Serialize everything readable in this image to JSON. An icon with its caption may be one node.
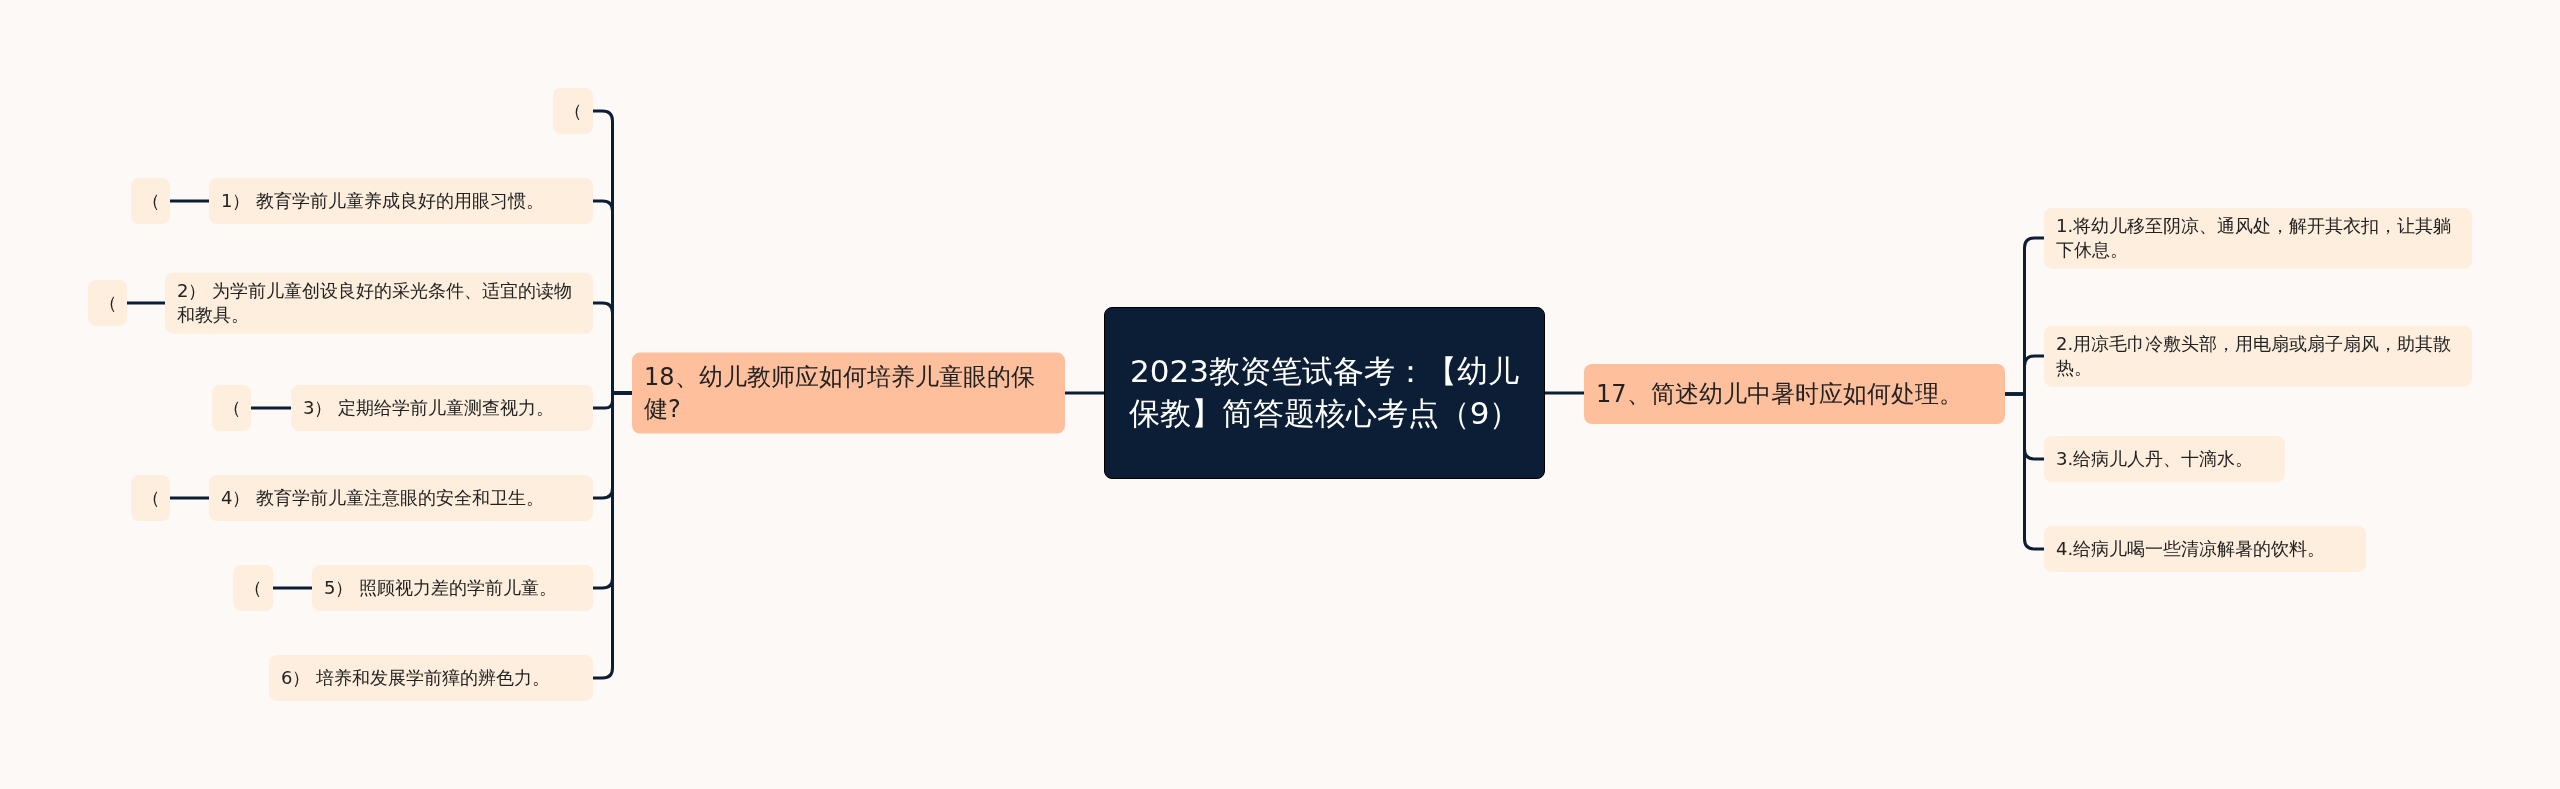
{
  "diagram": {
    "nodes": [
      {
        "text": [
          "2023教资笔试备考：【幼儿保教】简答题核心考点（9）"
        ]
      },
      {
        "text": [
          "18、幼儿教师应如何培养儿童眼的保健?"
        ]
      },
      {
        "text": [
          "（"
        ]
      },
      {
        "text": [
          "1） 教育学前儿童养成良好的用眼习惯。"
        ]
      },
      {
        "text": [
          "（"
        ]
      },
      {
        "text": [
          "2） 为学前儿童创设良好的采光条件、适宜的读物和教具。"
        ]
      },
      {
        "text": [
          "（"
        ]
      },
      {
        "text": [
          "3） 定期给学前儿童测查视力。"
        ]
      },
      {
        "text": [
          "（"
        ]
      },
      {
        "text": [
          "4） 教育学前儿童注意眼的安全和卫生。"
        ]
      },
      {
        "text": [
          "（"
        ]
      },
      {
        "text": [
          "5） 照顾视力差的学前儿童。"
        ]
      },
      {
        "text": [
          "（"
        ]
      },
      {
        "text": [
          "6） 培养和发展学前獐的辨色力。"
        ]
      },
      {
        "text": [
          "17、简述幼儿中暑时应如何处理。"
        ]
      },
      {
        "text": [
          "1.将幼儿移至阴凉、通风处，解开其衣扣，让其躺下休息。"
        ]
      },
      {
        "text": [
          "2.用凉毛巾冷敷头部，用电扇或扇子扇风，助其散热。"
        ]
      },
      {
        "text": [
          "3.给病儿人丹、十滴水。"
        ]
      },
      {
        "text": [
          "4.给病儿喝一些清凉解暑的饮料。"
        ]
      }
    ],
    "edges": [
      {
        "from": 0,
        "to": 1,
        "arrow": "none"
      },
      {
        "from": 1,
        "to": 2,
        "arrow": "none"
      },
      {
        "from": 1,
        "to": 3,
        "arrow": "none"
      },
      {
        "from": 3,
        "to": 4,
        "arrow": "none"
      },
      {
        "from": 1,
        "to": 5,
        "arrow": "none"
      },
      {
        "from": 5,
        "to": 6,
        "arrow": "none"
      },
      {
        "from": 1,
        "to": 7,
        "arrow": "none"
      },
      {
        "from": 7,
        "to": 8,
        "arrow": "none"
      },
      {
        "from": 1,
        "to": 9,
        "arrow": "none"
      },
      {
        "from": 9,
        "to": 10,
        "arrow": "none"
      },
      {
        "from": 1,
        "to": 11,
        "arrow": "none"
      },
      {
        "from": 11,
        "to": 12,
        "arrow": "none"
      },
      {
        "from": 1,
        "to": 13,
        "arrow": "none"
      },
      {
        "from": 0,
        "to": 14,
        "arrow": "none"
      },
      {
        "from": 14,
        "to": 15,
        "arrow": "none"
      },
      {
        "from": 14,
        "to": 16,
        "arrow": "none"
      },
      {
        "from": 14,
        "to": 17,
        "arrow": "none"
      },
      {
        "from": 14,
        "to": 18,
        "arrow": "none"
      }
    ]
  }
}
